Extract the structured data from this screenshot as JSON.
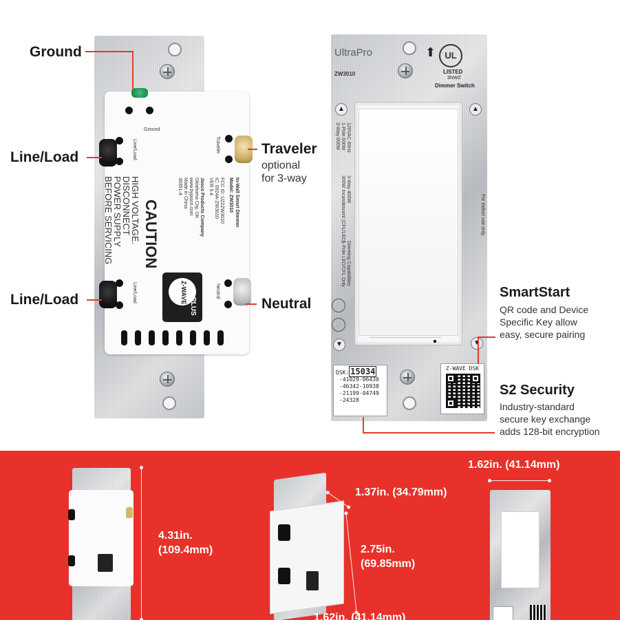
{
  "back_view": {
    "body_labels": {
      "ground": "Ground",
      "line_load_top": "Line/Load",
      "traveler": "Traveler",
      "line_load_bottom": "Line/Load",
      "neutral": "Neutral"
    },
    "caution_title": "CAUTION",
    "caution_lines": [
      "HIGH VOLTAGE.",
      "DISCONNECT",
      "POWER SUPPLY",
      "BEFORE SERVICING"
    ],
    "product_lines": [
      "In-Wall Smart Dimmer",
      "Model: ZW3010",
      "FCC ID: UZ2ZW3010",
      "IC: 6924A-ZW3010",
      "VER 5.4",
      "Jasco Products Company",
      "Oklahoma City, OK",
      "www.byjasco.com",
      "Made in China",
      "39351-4"
    ],
    "zwave_badge": {
      "top": "Z-WAVE",
      "bottom": "PLUS"
    }
  },
  "front_view": {
    "brand": "UltraPro",
    "model": "ZW3010",
    "ul_text": [
      "LISTED",
      "3NWZ",
      "Dimmer Switch"
    ],
    "side_text_left": [
      "120VAC 60Hz",
      "1-Pole 600W",
      "3-Way 600W"
    ],
    "side_text_mid": [
      "3-Way 400W",
      "300W Incandescent (CFL/LED)"
    ],
    "side_text_right": [
      "Dimming Capabilities",
      "1-Pole LED/CFL Only"
    ],
    "indoor_text": "For indoor use only.",
    "dsk_label": {
      "title": "DSK:",
      "first": "15034",
      "lines": [
        "-41029-06430",
        "-46342-10938",
        "-21199-04749",
        "-24328"
      ]
    },
    "qr_label": "Z-WAVE DSK"
  },
  "callouts": {
    "ground": "Ground",
    "line_load_1": "Line/Load",
    "line_load_2": "Line/Load",
    "traveler_title": "Traveler",
    "traveler_sub_1": "optional",
    "traveler_sub_2": "for 3-way",
    "neutral": "Neutral",
    "smartstart_title": "SmartStart",
    "smartstart_desc": [
      "QR code and Device",
      "Specific Key allow",
      "easy, secure pairing"
    ],
    "s2_title": "S2 Security",
    "s2_desc": [
      "Industry-standard",
      "secure key exchange",
      "adds 128-bit encryption"
    ]
  },
  "dimensions": {
    "height_1": "4.31in.",
    "height_2": "(109.4mm)",
    "depth": "1.37in. (34.79mm)",
    "body_h1": "2.75in.",
    "body_h2": "(69.85mm)",
    "width_bottom": "1.62in. (41.14mm)",
    "width_top": "1.62in. (41.14mm)"
  },
  "colors": {
    "accent_red": "#e8312a",
    "leader_red": "#e03a2f",
    "text_dark": "#1a1a1a"
  }
}
